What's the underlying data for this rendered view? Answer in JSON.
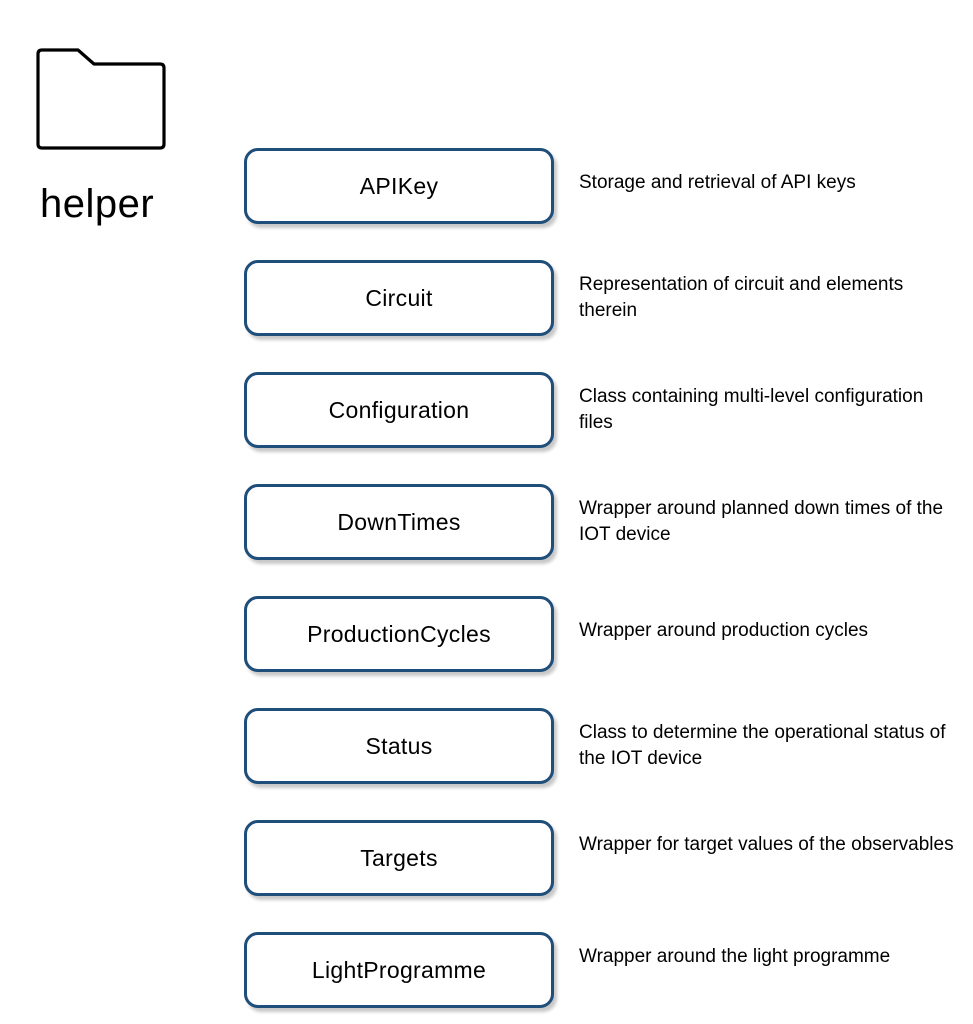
{
  "folder": {
    "icon": "folder-icon",
    "label": "helper"
  },
  "classes": [
    {
      "name": "APIKey",
      "description": "Storage and retrieval of API keys"
    },
    {
      "name": "Circuit",
      "description": "Representation of circuit and elements therein"
    },
    {
      "name": "Configuration",
      "description": "Class containing multi-level configuration files"
    },
    {
      "name": "DownTimes",
      "description": "Wrapper around planned down times of the IOT device"
    },
    {
      "name": "ProductionCycles",
      "description": "Wrapper around production cycles"
    },
    {
      "name": "Status",
      "description": "Class to determine the operational status of the IOT device"
    },
    {
      "name": "Targets",
      "description": "Wrapper for target values of the observables"
    },
    {
      "name": "LightProgramme",
      "description": "Wrapper around the light programme"
    }
  ],
  "colors": {
    "box_border": "#1e4e79",
    "text": "#000000"
  }
}
